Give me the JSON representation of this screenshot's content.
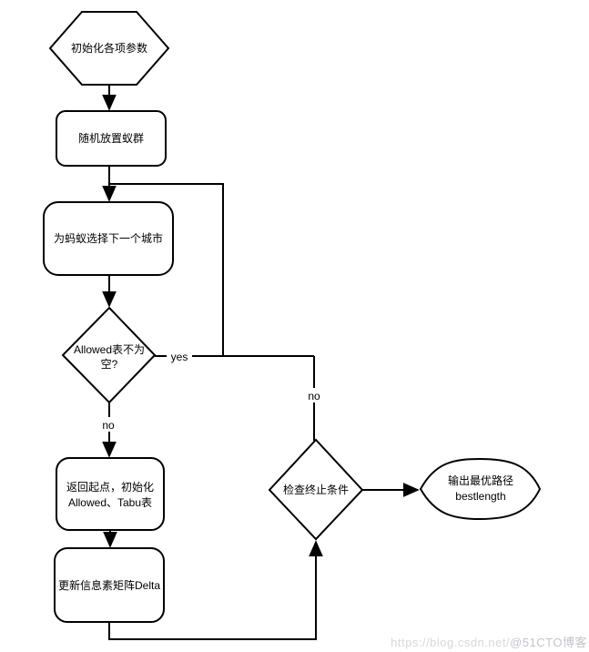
{
  "diagram": {
    "nodes": [
      {
        "id": "initialize_parameters",
        "shape": "hexagon",
        "lines": [
          "初始化各项参数"
        ]
      },
      {
        "id": "place_ants_randomly",
        "shape": "rounded-rect",
        "lines": [
          "随机放置蚁群"
        ]
      },
      {
        "id": "select_next_city",
        "shape": "rounded-rect",
        "lines": [
          "为蚂蚁选择下一个城市"
        ]
      },
      {
        "id": "allowed_check",
        "shape": "diamond",
        "lines": [
          "Allowed表不为",
          "空?"
        ]
      },
      {
        "id": "return_to_start",
        "shape": "rounded-rect",
        "lines": [
          "返回起点，初始化",
          "Allowed、Tabu表"
        ]
      },
      {
        "id": "update_pheromone",
        "shape": "rounded-rect",
        "lines": [
          "更新信息素矩阵Delta"
        ]
      },
      {
        "id": "termination_check",
        "shape": "diamond",
        "lines": [
          "检查终止条件"
        ]
      },
      {
        "id": "output_best_path",
        "shape": "terminator",
        "lines": [
          "输出最优路径",
          "bestlength"
        ]
      }
    ],
    "edge_labels": {
      "allowed_yes": "yes",
      "allowed_no": "no",
      "termination_no": "no"
    }
  },
  "watermark": {
    "url_part": "https://blog.csdn.net/",
    "handle_part": "@51CTO博客"
  },
  "colors": {
    "stroke": "#000000",
    "fill": "#ffffff",
    "text": "#000000",
    "watermark_url": "#d7d7de",
    "watermark_handle": "#c3c3cc"
  }
}
